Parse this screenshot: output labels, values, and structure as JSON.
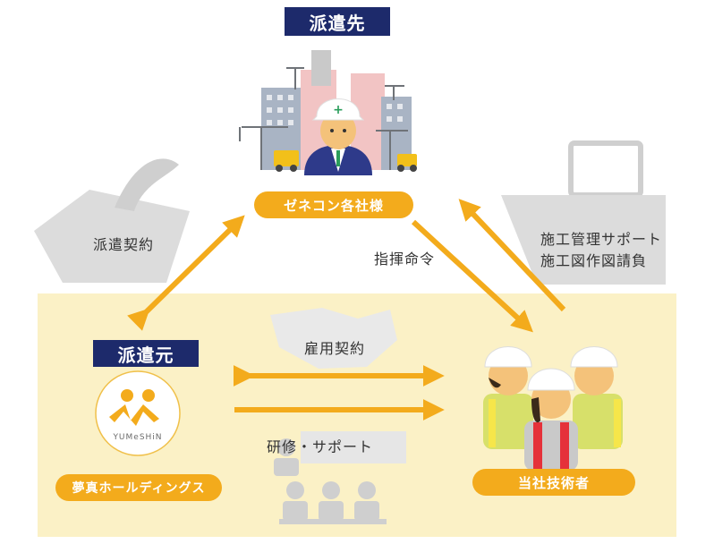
{
  "top": {
    "title": "派遣先",
    "pill": "ゼネコン各社様"
  },
  "left": {
    "title": "派遣元",
    "pill": "夢真ホールディングス",
    "logo_text": "YUMeSHiN"
  },
  "right": {
    "pill": "当社技術者"
  },
  "labels": {
    "dispatch_contract": "派遣契約",
    "command": "指揮命令",
    "support_line1": "施工管理サポート",
    "support_line2": "施工図作図請負",
    "employment_contract": "雇用契約",
    "training": "研修・サポート"
  },
  "colors": {
    "navy": "#1d2a6b",
    "orange": "#f3ab1c",
    "panel": "#fbf1c6",
    "gray": "#d9d9d9"
  }
}
